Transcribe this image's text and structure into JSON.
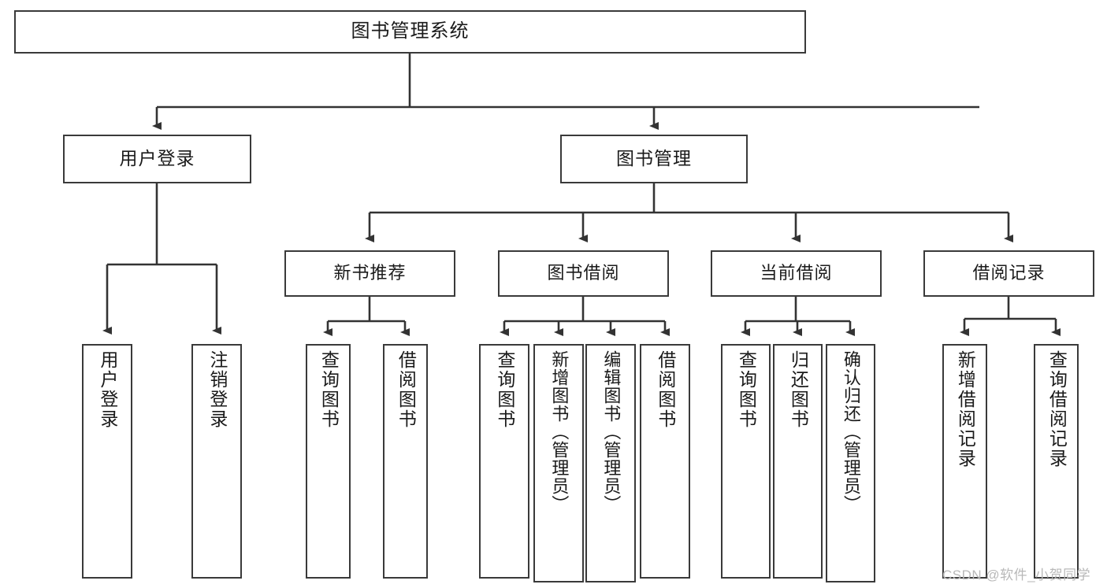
{
  "diagram": {
    "type": "tree-hierarchy",
    "title": "图书管理系统",
    "watermark": "CSDN @软件_小贺同学",
    "colors": {
      "box_border": "#3a3a3a",
      "box_fill": "#ffffff",
      "connector": "#333333",
      "text": "#1a1a1a",
      "watermark": "#b8b8b8"
    },
    "nodes": {
      "root": {
        "label": "图书管理系统"
      },
      "level1": [
        {
          "label": "用户登录"
        },
        {
          "label": "图书管理"
        }
      ],
      "level2": [
        {
          "label": "新书推荐"
        },
        {
          "label": "图书借阅"
        },
        {
          "label": "当前借阅"
        },
        {
          "label": "借阅记录"
        }
      ],
      "leaves": {
        "user_login": [
          {
            "label": "用户登录"
          },
          {
            "label": "注销登录"
          }
        ],
        "new_book_recommend": [
          {
            "label": "查询图书"
          },
          {
            "label": "借阅图书"
          }
        ],
        "book_borrow": [
          {
            "label": "查询图书"
          },
          {
            "label": "新增图书（管理员）"
          },
          {
            "label": "编辑图书（管理员）"
          },
          {
            "label": "借阅图书"
          }
        ],
        "current_borrow": [
          {
            "label": "查询图书"
          },
          {
            "label": "归还图书"
          },
          {
            "label": "确认归还（管理员）"
          }
        ],
        "borrow_record": [
          {
            "label": "新增借阅记录"
          },
          {
            "label": "查询借阅记录"
          }
        ]
      }
    }
  }
}
